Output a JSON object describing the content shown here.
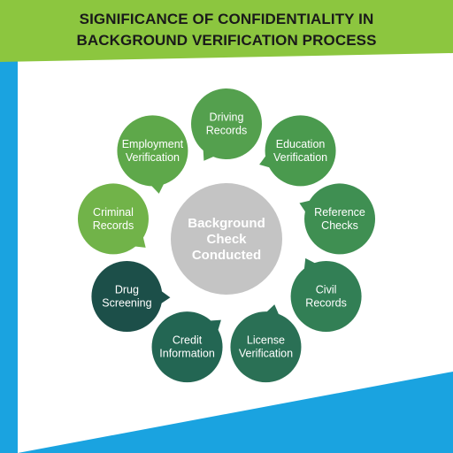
{
  "header": {
    "title_line1": "SIGNIFICANCE OF CONFIDENTIALITY IN",
    "title_line2": "BACKGROUND VERIFICATION PROCESS"
  },
  "colors": {
    "header_bg": "#8cc63f",
    "page_bg": "#1aa3e0",
    "panel_bg": "#ffffff",
    "center": "#c4c4c4"
  },
  "center": {
    "lines": [
      "Background",
      "Check",
      "Conducted"
    ]
  },
  "nodes": [
    {
      "id": "driving-records",
      "lines": [
        "Driving",
        "Records"
      ],
      "color": "#54a04e"
    },
    {
      "id": "education-verification",
      "lines": [
        "Education",
        "Verification"
      ],
      "color": "#4a9a4e"
    },
    {
      "id": "reference-checks",
      "lines": [
        "Reference",
        "Checks"
      ],
      "color": "#3f8f52"
    },
    {
      "id": "civil-records",
      "lines": [
        "Civil",
        "Records"
      ],
      "color": "#327f55"
    },
    {
      "id": "license-verification",
      "lines": [
        "License",
        "Verification"
      ],
      "color": "#2a7055"
    },
    {
      "id": "credit-information",
      "lines": [
        "Credit",
        "Information"
      ],
      "color": "#236653"
    },
    {
      "id": "drug-screening",
      "lines": [
        "Drug",
        "Screening"
      ],
      "color": "#1c4f49"
    },
    {
      "id": "criminal-records",
      "lines": [
        "Criminal",
        "Records"
      ],
      "color": "#71b349"
    },
    {
      "id": "employment-verification",
      "lines": [
        "Employment",
        "Verification"
      ],
      "color": "#5ea84a"
    }
  ]
}
